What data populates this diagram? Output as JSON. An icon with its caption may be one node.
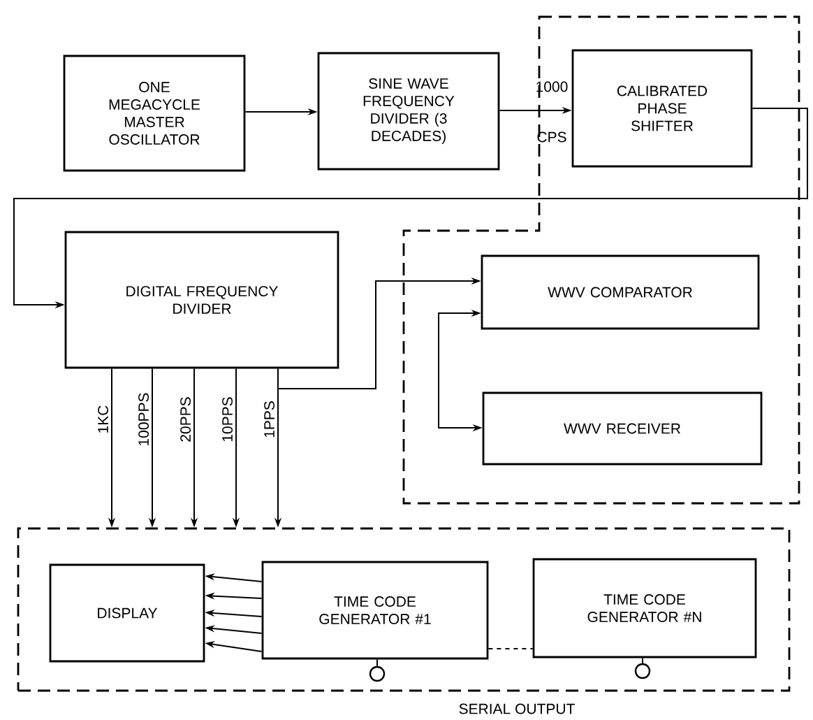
{
  "diagram": {
    "nodes": [
      {
        "text": [
          "ONE MEGACYCLE MASTER OSCILLATOR"
        ]
      },
      {
        "text": [
          "SINE WAVE FREQUENCY DIVIDER (3 DECADES)"
        ]
      },
      {
        "text": [
          "CALIBRATED PHASE SHIFTER"
        ]
      },
      {
        "text": [
          "DIGITAL FREQUENCY DIVIDER"
        ]
      },
      {
        "text": [
          "WWV COMPARATOR"
        ]
      },
      {
        "text": [
          "WWV RECEIVER"
        ]
      },
      {
        "text": [],
        "shape": "box"
      },
      {
        "text": [
          "DISPLAY"
        ],
        "in": 6
      },
      {
        "text": [
          "TIME CODE GENERATOR #1"
        ],
        "in": 6
      },
      {
        "text": [
          "TIME CODE GENERATOR #N"
        ],
        "in": 6
      },
      {
        "text": [],
        "shape": "circle",
        "in": 6
      },
      {
        "text": [],
        "shape": "circle",
        "in": 6
      }
    ],
    "edges": [
      {
        "from": 0,
        "to": 1,
        "arrow": "to"
      },
      {
        "from": 1,
        "to": 2,
        "arrow": "to",
        "label": "1000 CPS"
      },
      {
        "from": 2,
        "to": 3,
        "arrow": "to"
      },
      {
        "from": 3,
        "to": 4,
        "arrow": "to"
      },
      {
        "from": 4,
        "to": 5,
        "arrow": "both"
      },
      {
        "from": 3,
        "to": 6,
        "arrow": "to",
        "label": "1KC"
      },
      {
        "from": 3,
        "to": 6,
        "arrow": "to",
        "label": "100PPS"
      },
      {
        "from": 3,
        "to": 6,
        "arrow": "to",
        "label": "20PPS"
      },
      {
        "from": 3,
        "to": 6,
        "arrow": "to",
        "label": "10PPS"
      },
      {
        "from": 3,
        "to": 6,
        "arrow": "to",
        "label": "1PPS"
      },
      {
        "from": 8,
        "to": 7,
        "arrow": "to"
      },
      {
        "from": 8,
        "to": 7,
        "arrow": "to"
      },
      {
        "from": 8,
        "to": 7,
        "arrow": "to"
      },
      {
        "from": 8,
        "to": 7,
        "arrow": "to"
      },
      {
        "from": 8,
        "to": 7,
        "arrow": "to"
      },
      {
        "from": 8,
        "to": 9,
        "arrow": "none",
        "style": "dashed"
      },
      {
        "from": 8,
        "to": 10,
        "arrow": "none"
      },
      {
        "from": 9,
        "to": 11,
        "arrow": "none"
      }
    ],
    "labels": [
      "SERIAL OUTPUT"
    ]
  }
}
